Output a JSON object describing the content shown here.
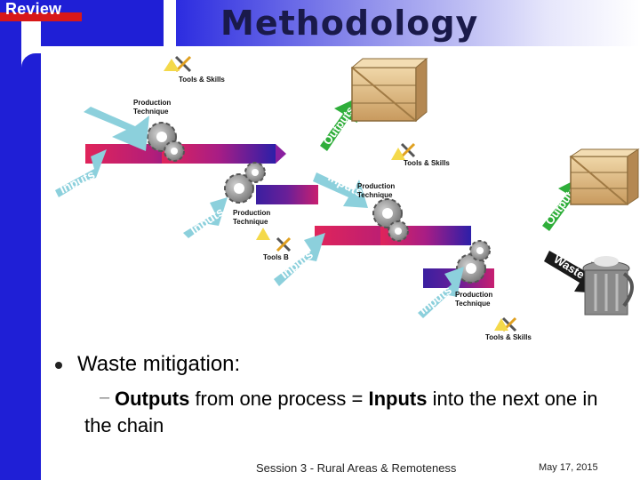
{
  "header": {
    "review_badge": "Review",
    "title": "Methodology"
  },
  "diagram": {
    "stage_labels": {
      "production_technique": [
        "Production",
        "Technique"
      ],
      "tools_skills": "Tools & Skills",
      "tools_skills_partial": "Tools B",
      "inputs": "Inputs",
      "outputs": "Outputs",
      "waste": "Waste"
    },
    "colors": {
      "flow_red": "#d61e54",
      "flow_purple": "#3a1fa0",
      "arrow_teal": "#7fc6d4",
      "arrow_green": "#2fae3a",
      "arrow_black": "#1a1a1a",
      "crate": "#d8b582",
      "gear": "#8a8a8a"
    }
  },
  "body": {
    "bullet": "Waste mitigation:",
    "sub_dash": "–",
    "sub_outputs": "Outputs",
    "sub_mid": " from one process = ",
    "sub_inputs": "Inputs",
    "sub_end": " into the next one in the chain"
  },
  "footer": {
    "session": "Session 3 - Rural Areas & Remoteness",
    "date": "May 17, 2015"
  }
}
